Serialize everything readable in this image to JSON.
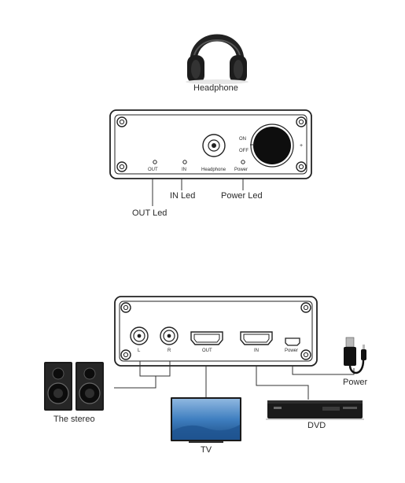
{
  "front_panel": {
    "headphone_label": "Headphone",
    "panel_labels": {
      "out": "OUT",
      "in": "IN",
      "headphone": "Headphone",
      "power": "Power",
      "on": "ON",
      "off": "OFF",
      "plus": "+"
    },
    "callouts": {
      "out_led": "OUT Led",
      "in_led": "IN Led",
      "power_led": "Power Led"
    }
  },
  "rear_panel": {
    "panel_labels": {
      "l": "L",
      "r": "R",
      "out": "OUT",
      "in": "IN",
      "power": "Power"
    },
    "devices": {
      "stereo": "The stereo",
      "tv": "TV",
      "dvd": "DVD",
      "power": "Power"
    }
  },
  "colors": {
    "panel_stroke": "#222222",
    "device_dark": "#1a1a1a",
    "tv_screen": "#3f7fc0"
  }
}
